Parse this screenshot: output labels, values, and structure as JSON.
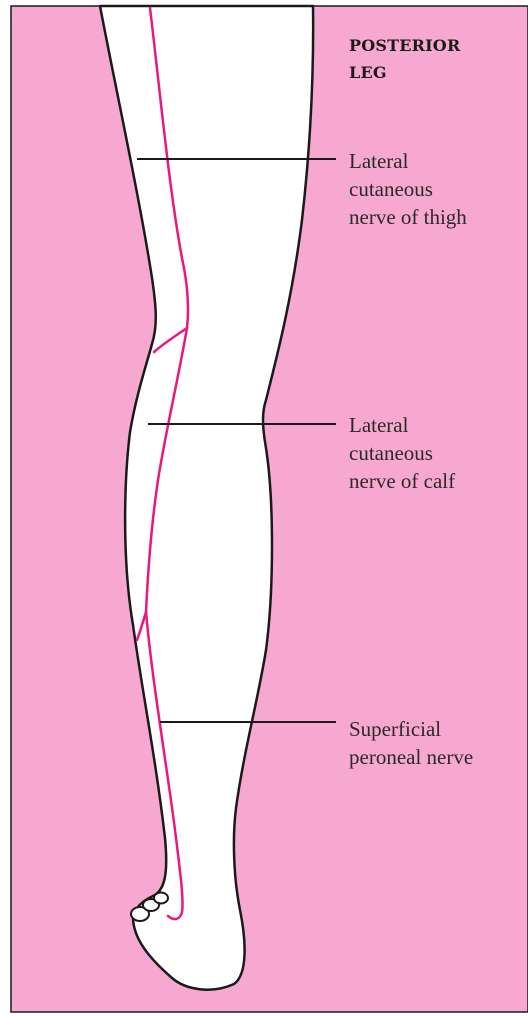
{
  "figure": {
    "title_lines": [
      "POSTERIOR",
      "LEG"
    ],
    "labels": [
      {
        "lines": [
          "Lateral",
          "cutaneous",
          "nerve of thigh"
        ]
      },
      {
        "lines": [
          "Lateral",
          "cutaneous",
          "nerve of calf"
        ]
      },
      {
        "lines": [
          "Superficial",
          "peroneal nerve"
        ]
      }
    ]
  },
  "colors": {
    "background": "#f7a8d1",
    "leg_fill": "#ffffff",
    "outline": "#1a1a1a",
    "nerve": "#e8187c",
    "leader": "#1a1a1a"
  }
}
